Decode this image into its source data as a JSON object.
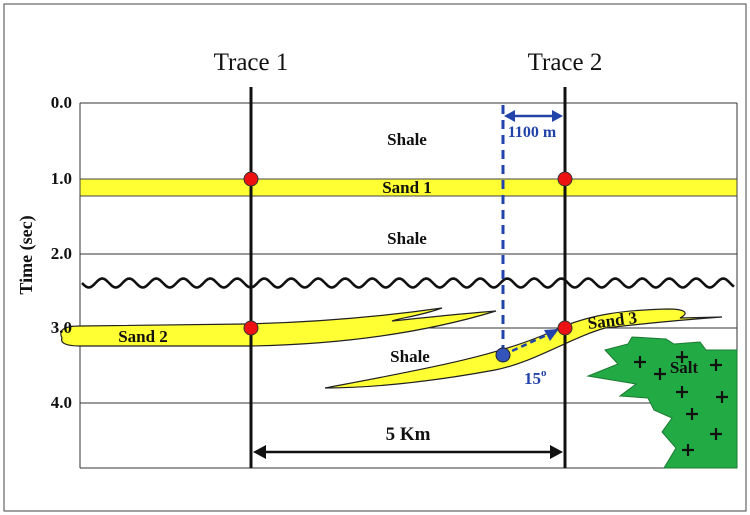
{
  "traces": {
    "trace1_label": "Trace 1",
    "trace2_label": "Trace 2"
  },
  "axis": {
    "label": "Time (sec)",
    "ticks": [
      "0.0",
      "1.0",
      "2.0",
      "3.0",
      "4.0"
    ]
  },
  "layers": {
    "shale_top": "Shale",
    "sand1": "Sand 1",
    "shale_middle": "Shale",
    "sand2": "Sand 2",
    "sand3": "Sand 3",
    "shale_bottom": "Shale",
    "salt": "Salt"
  },
  "annotations": {
    "offset": "1100 m",
    "dip_value": "15",
    "dip_unit": "o",
    "distance": "5 Km"
  },
  "colors": {
    "sand": "#ffff33",
    "salt": "#22aa44",
    "marker_red": "#ee1111",
    "marker_blue": "#3355bb",
    "annotation_blue": "#2244aa"
  }
}
